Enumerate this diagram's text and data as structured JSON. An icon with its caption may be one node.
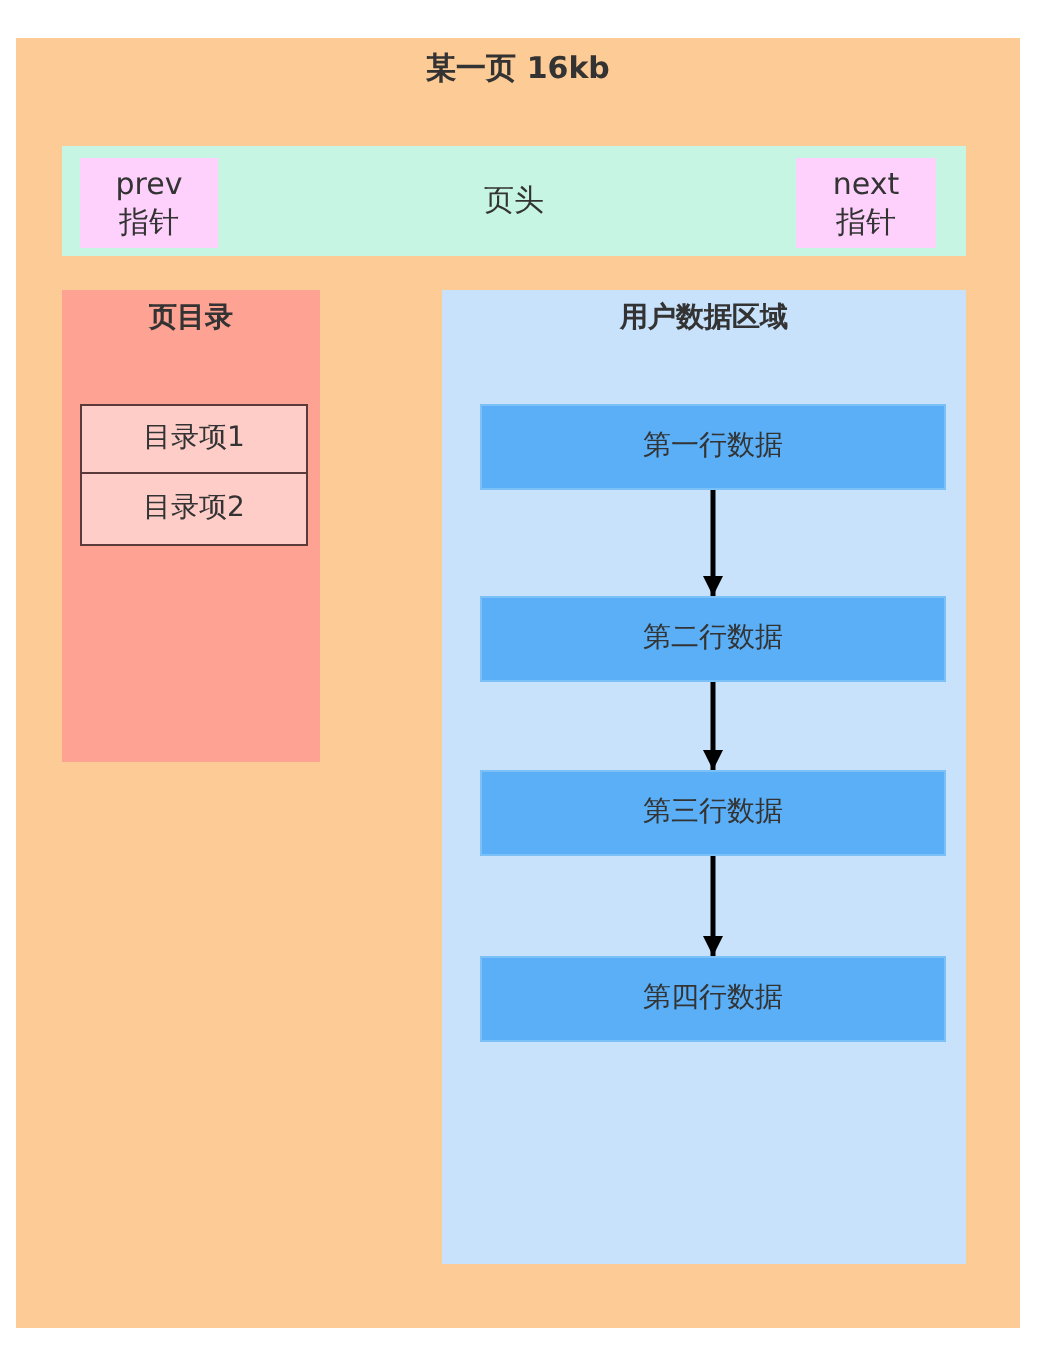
{
  "diagram": {
    "nodes": [
      {
        "text": [
          "某一页 16kb"
        ]
      },
      {
        "text": [
          "页头"
        ],
        "in": 0
      },
      {
        "text": [
          "prev 指针"
        ],
        "in": 1
      },
      {
        "text": [
          "next 指针"
        ],
        "in": 1
      },
      {
        "text": [
          "页目录"
        ],
        "in": 0
      },
      {
        "text": [
          "目录项1"
        ],
        "in": 4
      },
      {
        "text": [
          "目录项2"
        ],
        "in": 4
      },
      {
        "text": [
          "用户数据区域"
        ],
        "in": 0
      },
      {
        "text": [
          "第一行数据"
        ],
        "in": 7
      },
      {
        "text": [
          "第二行数据"
        ],
        "in": 7
      },
      {
        "text": [
          "第三行数据"
        ],
        "in": 7
      },
      {
        "text": [
          "第四行数据"
        ],
        "in": 7
      }
    ],
    "edges": [
      {
        "from": 8,
        "to": 9,
        "arrow": "to"
      },
      {
        "from": 9,
        "to": 10,
        "arrow": "to"
      },
      {
        "from": 10,
        "to": 11,
        "arrow": "to"
      }
    ]
  }
}
